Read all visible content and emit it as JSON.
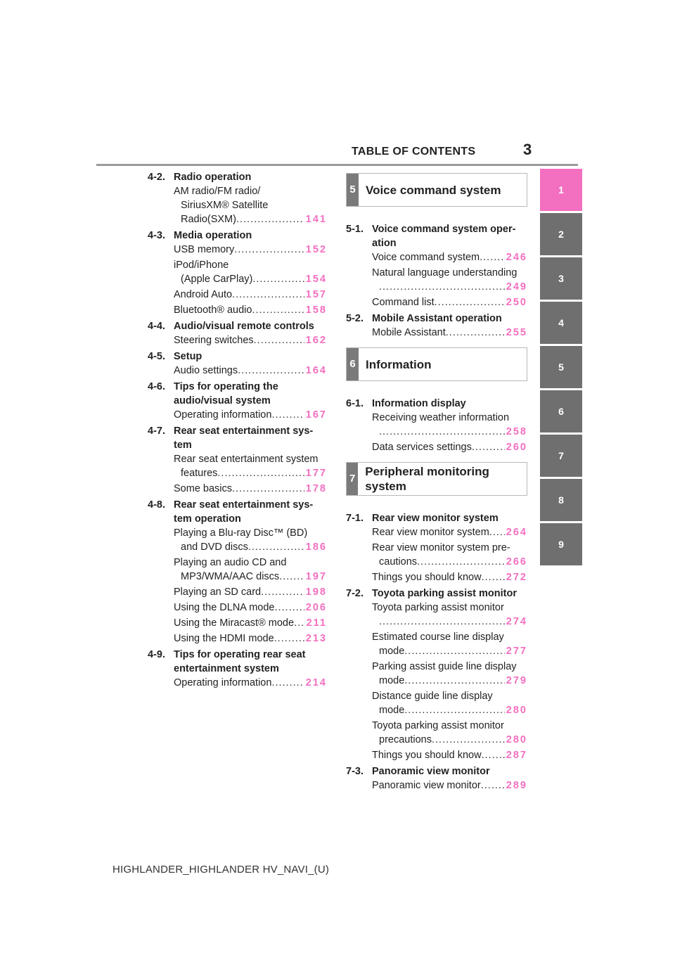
{
  "header": {
    "title": "TABLE OF CONTENTS",
    "page_number": "3"
  },
  "side_tabs": [
    "1",
    "2",
    "3",
    "4",
    "5",
    "6",
    "7",
    "8",
    "9"
  ],
  "left_column": [
    {
      "num": "4-2.",
      "title": "Radio operation",
      "items": [
        {
          "lines": [
            "AM radio/FM radio/",
            "SiriusXM® Satellite"
          ],
          "last": "Radio(SXM)",
          "page": "141"
        }
      ]
    },
    {
      "num": "4-3.",
      "title": "Media operation",
      "items": [
        {
          "lines": [],
          "last": "USB memory",
          "page": "152"
        },
        {
          "lines": [
            "iPod/iPhone"
          ],
          "last": "(Apple CarPlay)",
          "page": "154"
        },
        {
          "lines": [],
          "last": "Android Auto",
          "page": "157"
        },
        {
          "lines": [],
          "last": "Bluetooth® audio",
          "page": "158"
        }
      ]
    },
    {
      "num": "4-4.",
      "title": "Audio/visual remote controls",
      "items": [
        {
          "lines": [],
          "last": "Steering switches",
          "page": "162"
        }
      ]
    },
    {
      "num": "4-5.",
      "title": "Setup",
      "items": [
        {
          "lines": [],
          "last": "Audio settings",
          "page": "164"
        }
      ]
    },
    {
      "num": "4-6.",
      "title": "Tips for operating the audio/visual system",
      "items": [
        {
          "lines": [],
          "last": "Operating information",
          "page": "167"
        }
      ]
    },
    {
      "num": "4-7.",
      "title": "Rear seat entertainment sys-tem",
      "items": [
        {
          "lines": [
            "Rear seat entertainment system"
          ],
          "last": "features",
          "page": "177"
        },
        {
          "lines": [],
          "last": "Some basics",
          "page": "178"
        }
      ]
    },
    {
      "num": "4-8.",
      "title": "Rear seat entertainment sys-tem operation",
      "items": [
        {
          "lines": [
            "Playing a Blu-ray Disc™ (BD)"
          ],
          "last": "and DVD discs",
          "page": "186"
        },
        {
          "lines": [
            "Playing an audio CD and"
          ],
          "last": "MP3/WMA/AAC discs",
          "page": "197"
        },
        {
          "lines": [],
          "last": "Playing an SD card",
          "page": "198"
        },
        {
          "lines": [],
          "last": "Using the DLNA mode",
          "page": "206"
        },
        {
          "lines": [],
          "last": "Using the Miracast® mode",
          "page": "211"
        },
        {
          "lines": [],
          "last": "Using the HDMI mode",
          "page": "213"
        }
      ]
    },
    {
      "num": "4-9.",
      "title": "Tips for operating rear seat entertainment system",
      "items": [
        {
          "lines": [],
          "last": "Operating information",
          "page": "214"
        }
      ]
    }
  ],
  "chapters": [
    {
      "num": "5",
      "title": "Voice command system",
      "sections": [
        {
          "num": "5-1.",
          "title": "Voice command system oper-ation",
          "items": [
            {
              "lines": [],
              "last": "Voice command system",
              "page": "246"
            },
            {
              "lines": [
                "Natural language understanding"
              ],
              "last": "",
              "page": "249"
            },
            {
              "lines": [],
              "last": "Command list",
              "page": "250"
            }
          ]
        },
        {
          "num": "5-2.",
          "title": "Mobile Assistant operation",
          "items": [
            {
              "lines": [],
              "last": "Mobile Assistant",
              "page": "255"
            }
          ]
        }
      ]
    },
    {
      "num": "6",
      "title": "Information",
      "sections": [
        {
          "num": "6-1.",
          "title": "Information display",
          "items": [
            {
              "lines": [
                "Receiving weather information"
              ],
              "last": "",
              "page": "258"
            },
            {
              "lines": [],
              "last": "Data services settings",
              "page": "260"
            }
          ]
        }
      ]
    },
    {
      "num": "7",
      "title": "Peripheral monitoring system",
      "sections": [
        {
          "num": "7-1.",
          "title": "Rear view monitor system",
          "items": [
            {
              "lines": [],
              "last": "Rear view monitor system",
              "page": "264"
            },
            {
              "lines": [
                "Rear view monitor system pre-"
              ],
              "last": "cautions",
              "page": "266"
            },
            {
              "lines": [],
              "last": "Things you should know",
              "page": "272"
            }
          ]
        },
        {
          "num": "7-2.",
          "title": "Toyota parking assist monitor",
          "items": [
            {
              "lines": [
                "Toyota parking assist monitor"
              ],
              "last": "",
              "page": "274"
            },
            {
              "lines": [
                "Estimated course line display"
              ],
              "last": "mode",
              "page": "277"
            },
            {
              "lines": [
                "Parking assist guide line display"
              ],
              "last": "mode",
              "page": "279"
            },
            {
              "lines": [
                "Distance guide line display"
              ],
              "last": "mode",
              "page": "280"
            },
            {
              "lines": [
                "Toyota parking assist monitor"
              ],
              "last": "precautions",
              "page": "280"
            },
            {
              "lines": [],
              "last": "Things you should know",
              "page": "287"
            }
          ]
        },
        {
          "num": "7-3.",
          "title": "Panoramic view monitor",
          "items": [
            {
              "lines": [],
              "last": "Panoramic view monitor",
              "page": "289"
            }
          ]
        }
      ]
    }
  ],
  "footer": {
    "text": "HIGHLANDER_HIGHLANDER HV_NAVI_(U)"
  }
}
